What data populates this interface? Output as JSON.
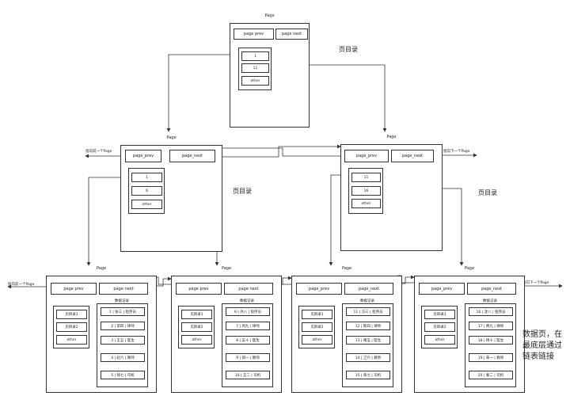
{
  "diagram": {
    "page_label": "Page",
    "page_prev": "page_prev",
    "page_next": "page_next",
    "page_prev_alt": "page prev",
    "page_next_alt": "page next",
    "other": "other",
    "dir_label": "页目录",
    "side_labels": {
      "prev_page_mid": "指向前一个Page",
      "next_page_mid": "指向下一个Page",
      "prev_page_bottom": "指向前一个Page",
      "next_page_bottom": "指向下一个Page"
    },
    "root": {
      "entries": [
        "1",
        "11",
        "other"
      ]
    },
    "mid_left": {
      "entries": [
        "1",
        "6",
        "other"
      ]
    },
    "mid_right": {
      "entries": [
        "11",
        "16",
        "other"
      ]
    },
    "data_header": "数据记录",
    "leaves": [
      {
        "dir": [
          "页目录1",
          "页目录2",
          "other"
        ],
        "records": [
          "1 | 张三 | 程序员",
          "2 | 李四 | 律师",
          "3 | 王五 | 医生",
          "4 | 赵六 | 教师",
          "5 | 钱七 | 司机"
        ]
      },
      {
        "dir": [
          "页目录1",
          "页目录2",
          "other"
        ],
        "records": [
          "6 | 孙八 | 程序员",
          "7 | 周九 | 律师",
          "8 | 吴十 | 医生",
          "9 | 郑一 | 教师",
          "10 | 王二 | 司机"
        ]
      },
      {
        "dir": [
          "页目录1",
          "页目录2",
          "other"
        ],
        "records": [
          "11 | 冯三 | 程序员",
          "12 | 陈四 | 律师",
          "13 | 褚五 | 医生",
          "14 | 卫六 | 教师",
          "15 | 蒋七 | 司机"
        ]
      },
      {
        "dir": [
          "页目录1",
          "页目录2",
          "other"
        ],
        "records": [
          "16 | 沈八 | 程序员",
          "17 | 韩九 | 律师",
          "18 | 杨十 | 医生",
          "19 | 朱一 | 教师",
          "20 | 秦二 | 司机"
        ]
      }
    ],
    "note": "数据页，在最底层通过链表链接"
  }
}
